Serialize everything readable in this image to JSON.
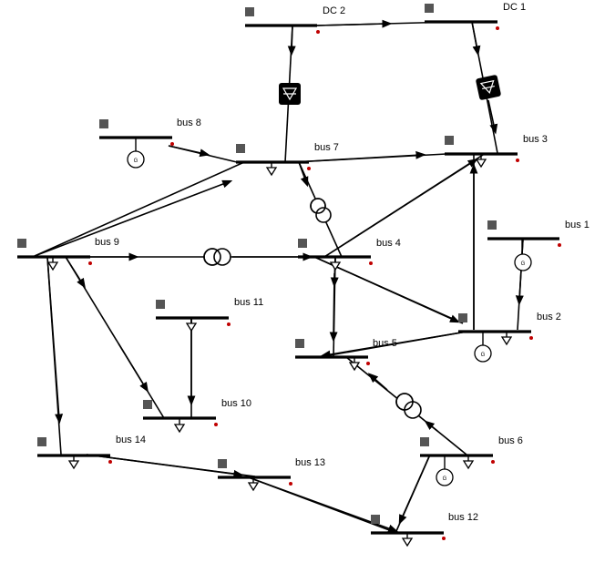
{
  "buses": [
    {
      "id": "dc2",
      "label": "DC 2"
    },
    {
      "id": "dc1",
      "label": "DC 1"
    },
    {
      "id": "b8",
      "label": "bus 8"
    },
    {
      "id": "b7",
      "label": "bus 7"
    },
    {
      "id": "b3",
      "label": "bus 3"
    },
    {
      "id": "b1",
      "label": "bus 1"
    },
    {
      "id": "b9",
      "label": "bus 9"
    },
    {
      "id": "b4",
      "label": "bus 4"
    },
    {
      "id": "b11",
      "label": "bus 11"
    },
    {
      "id": "b2",
      "label": "bus 2"
    },
    {
      "id": "b5",
      "label": "bus 5"
    },
    {
      "id": "b10",
      "label": "bus 10"
    },
    {
      "id": "b14",
      "label": "bus 14"
    },
    {
      "id": "b6",
      "label": "bus 6"
    },
    {
      "id": "b13",
      "label": "bus 13"
    },
    {
      "id": "b12",
      "label": "bus 12"
    }
  ],
  "generator_symbol": "G"
}
